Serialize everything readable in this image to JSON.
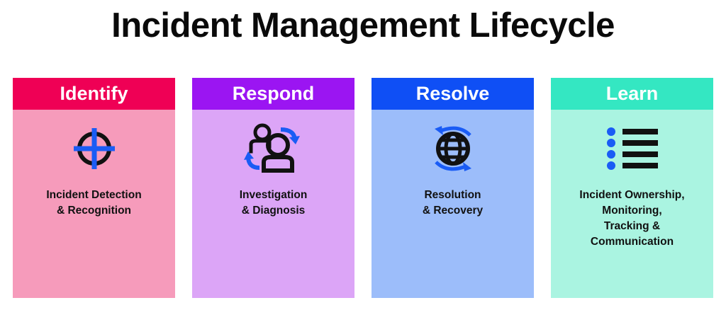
{
  "title": "Incident Management Lifecycle",
  "colors": {
    "background": "#ffffff",
    "title_text": "#0a0a0a",
    "caption_text": "#111111",
    "header_text": "#ffffff",
    "icon_black": "#111111",
    "icon_blue": "#1a5cf5"
  },
  "stages": [
    {
      "id": "identify",
      "label": "Identify",
      "caption": "Incident Detection\n& Recognition",
      "icon": "crosshair-target-icon",
      "header_color": "#ef0055",
      "body_color": "#f69bbb"
    },
    {
      "id": "respond",
      "label": "Respond",
      "caption": "Investigation\n& Diagnosis",
      "icon": "people-handover-icon",
      "header_color": "#9b15f2",
      "body_color": "#dca5f7"
    },
    {
      "id": "resolve",
      "label": "Resolve",
      "caption": "Resolution\n& Recovery",
      "icon": "globe-refresh-icon",
      "header_color": "#0f4ff5",
      "body_color": "#9cbdfa"
    },
    {
      "id": "learn",
      "label": "Learn",
      "caption": "Incident Ownership,\nMonitoring,\nTracking &\nCommunication",
      "icon": "bulleted-list-icon",
      "header_color": "#34e7c2",
      "body_color": "#aaf4e1"
    }
  ]
}
